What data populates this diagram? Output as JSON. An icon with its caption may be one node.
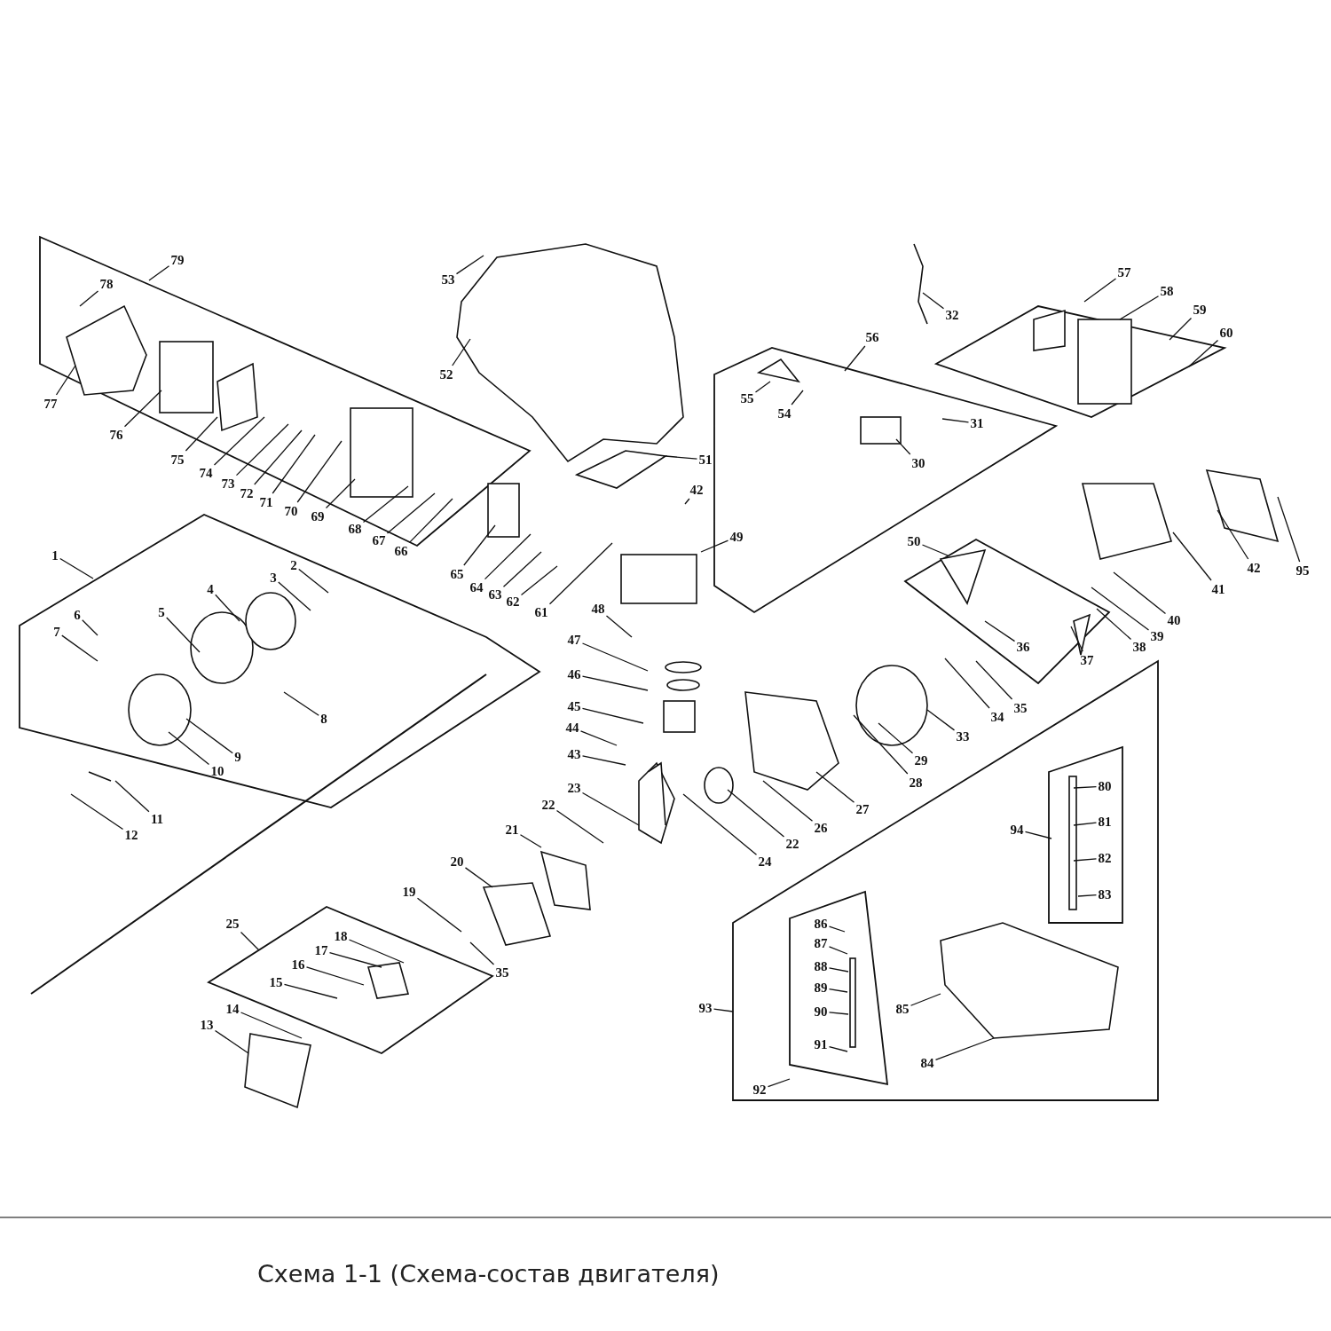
{
  "diagram": {
    "caption": "Схема 1-1 (Схема-состав двигателя)",
    "nodes": [
      {
        "text": [
          "79"
        ]
      },
      {
        "text": [
          "78"
        ]
      },
      {
        "text": [
          "53"
        ]
      },
      {
        "text": [
          "32"
        ]
      },
      {
        "text": [
          "57"
        ]
      },
      {
        "text": [
          "58"
        ]
      },
      {
        "text": [
          "59"
        ]
      },
      {
        "text": [
          "60"
        ]
      },
      {
        "text": [
          "56"
        ]
      },
      {
        "text": [
          "52"
        ]
      },
      {
        "text": [
          "55"
        ]
      },
      {
        "text": [
          "77"
        ]
      },
      {
        "text": [
          "54"
        ]
      },
      {
        "text": [
          "31"
        ]
      },
      {
        "text": [
          "76"
        ]
      },
      {
        "text": [
          "75"
        ]
      },
      {
        "text": [
          "51"
        ]
      },
      {
        "text": [
          "30"
        ]
      },
      {
        "text": [
          "74"
        ]
      },
      {
        "text": [
          "73"
        ]
      },
      {
        "text": [
          "42"
        ]
      },
      {
        "text": [
          "72"
        ]
      },
      {
        "text": [
          "71"
        ]
      },
      {
        "text": [
          "70"
        ]
      },
      {
        "text": [
          "69"
        ]
      },
      {
        "text": [
          "68"
        ]
      },
      {
        "text": [
          "49"
        ]
      },
      {
        "text": [
          "50"
        ]
      },
      {
        "text": [
          "67"
        ]
      },
      {
        "text": [
          "66"
        ]
      },
      {
        "text": [
          "1"
        ]
      },
      {
        "text": [
          "2"
        ]
      },
      {
        "text": [
          "42"
        ]
      },
      {
        "text": [
          "95"
        ]
      },
      {
        "text": [
          "65"
        ]
      },
      {
        "text": [
          "3"
        ]
      },
      {
        "text": [
          "64"
        ]
      },
      {
        "text": [
          "4"
        ]
      },
      {
        "text": [
          "41"
        ]
      },
      {
        "text": [
          "63"
        ]
      },
      {
        "text": [
          "62"
        ]
      },
      {
        "text": [
          "48"
        ]
      },
      {
        "text": [
          "61"
        ]
      },
      {
        "text": [
          "5"
        ]
      },
      {
        "text": [
          "6"
        ]
      },
      {
        "text": [
          "40"
        ]
      },
      {
        "text": [
          "7"
        ]
      },
      {
        "text": [
          "39"
        ]
      },
      {
        "text": [
          "47"
        ]
      },
      {
        "text": [
          "38"
        ]
      },
      {
        "text": [
          "36"
        ]
      },
      {
        "text": [
          "37"
        ]
      },
      {
        "text": [
          "46"
        ]
      },
      {
        "text": [
          "45"
        ]
      },
      {
        "text": [
          "35"
        ]
      },
      {
        "text": [
          "34"
        ]
      },
      {
        "text": [
          "8"
        ]
      },
      {
        "text": [
          "44"
        ]
      },
      {
        "text": [
          "33"
        ]
      },
      {
        "text": [
          "43"
        ]
      },
      {
        "text": [
          "9"
        ]
      },
      {
        "text": [
          "29"
        ]
      },
      {
        "text": [
          "10"
        ]
      },
      {
        "text": [
          "28"
        ]
      },
      {
        "text": [
          "80"
        ]
      },
      {
        "text": [
          "23"
        ]
      },
      {
        "text": [
          "22"
        ]
      },
      {
        "text": [
          "27"
        ]
      },
      {
        "text": [
          "11"
        ]
      },
      {
        "text": [
          "81"
        ]
      },
      {
        "text": [
          "26"
        ]
      },
      {
        "text": [
          "94"
        ]
      },
      {
        "text": [
          "21"
        ]
      },
      {
        "text": [
          "12"
        ]
      },
      {
        "text": [
          "22"
        ]
      },
      {
        "text": [
          "82"
        ]
      },
      {
        "text": [
          "24"
        ]
      },
      {
        "text": [
          "20"
        ]
      },
      {
        "text": [
          "19"
        ]
      },
      {
        "text": [
          "83"
        ]
      },
      {
        "text": [
          "86"
        ]
      },
      {
        "text": [
          "25"
        ]
      },
      {
        "text": [
          "18"
        ]
      },
      {
        "text": [
          "87"
        ]
      },
      {
        "text": [
          "17"
        ]
      },
      {
        "text": [
          "16"
        ]
      },
      {
        "text": [
          "88"
        ]
      },
      {
        "text": [
          "35"
        ]
      },
      {
        "text": [
          "15"
        ]
      },
      {
        "text": [
          "89"
        ]
      },
      {
        "text": [
          "92"
        ]
      },
      {
        "text": [
          "93"
        ]
      },
      {
        "text": [
          "85"
        ]
      },
      {
        "text": [
          "14"
        ]
      },
      {
        "text": [
          "90"
        ]
      },
      {
        "text": [
          "13"
        ]
      },
      {
        "text": [
          "91"
        ]
      },
      {
        "text": [
          "84"
        ]
      }
    ],
    "edges": [
      {
        "from": 0,
        "to": null,
        "arrow": "none"
      },
      {
        "from": 1,
        "to": null,
        "arrow": "none"
      },
      {
        "from": 2,
        "to": null,
        "arrow": "none"
      },
      {
        "from": 3,
        "to": null,
        "arrow": "none"
      },
      {
        "from": 4,
        "to": null,
        "arrow": "none"
      },
      {
        "from": 5,
        "to": null,
        "arrow": "none"
      },
      {
        "from": 6,
        "to": null,
        "arrow": "none"
      },
      {
        "from": 7,
        "to": null,
        "arrow": "none"
      },
      {
        "from": 8,
        "to": null,
        "arrow": "none"
      },
      {
        "from": 9,
        "to": null,
        "arrow": "none"
      },
      {
        "from": 10,
        "to": null,
        "arrow": "none"
      },
      {
        "from": 11,
        "to": null,
        "arrow": "none"
      },
      {
        "from": 12,
        "to": null,
        "arrow": "none"
      },
      {
        "from": 13,
        "to": null,
        "arrow": "none"
      },
      {
        "from": 14,
        "to": null,
        "arrow": "none"
      },
      {
        "from": 15,
        "to": null,
        "arrow": "none"
      },
      {
        "from": 16,
        "to": null,
        "arrow": "none"
      },
      {
        "from": 17,
        "to": null,
        "arrow": "none"
      },
      {
        "from": 18,
        "to": null,
        "arrow": "none"
      },
      {
        "from": 19,
        "to": null,
        "arrow": "none"
      },
      {
        "from": 20,
        "to": null,
        "arrow": "none"
      },
      {
        "from": 21,
        "to": null,
        "arrow": "none"
      },
      {
        "from": 22,
        "to": null,
        "arrow": "none"
      },
      {
        "from": 23,
        "to": null,
        "arrow": "none"
      },
      {
        "from": 24,
        "to": null,
        "arrow": "none"
      },
      {
        "from": 25,
        "to": null,
        "arrow": "none"
      },
      {
        "from": 26,
        "to": null,
        "arrow": "none"
      },
      {
        "from": 27,
        "to": null,
        "arrow": "none"
      },
      {
        "from": 28,
        "to": null,
        "arrow": "none"
      },
      {
        "from": 29,
        "to": null,
        "arrow": "none"
      },
      {
        "from": 30,
        "to": null,
        "arrow": "none"
      },
      {
        "from": 31,
        "to": null,
        "arrow": "none"
      },
      {
        "from": 32,
        "to": null,
        "arrow": "none"
      },
      {
        "from": 33,
        "to": null,
        "arrow": "none"
      },
      {
        "from": 34,
        "to": null,
        "arrow": "none"
      },
      {
        "from": 35,
        "to": null,
        "arrow": "none"
      },
      {
        "from": 36,
        "to": null,
        "arrow": "none"
      },
      {
        "from": 37,
        "to": null,
        "arrow": "none"
      },
      {
        "from": 38,
        "to": null,
        "arrow": "none"
      },
      {
        "from": 39,
        "to": null,
        "arrow": "none"
      },
      {
        "from": 40,
        "to": null,
        "arrow": "none"
      },
      {
        "from": 41,
        "to": null,
        "arrow": "none"
      },
      {
        "from": 42,
        "to": null,
        "arrow": "none"
      },
      {
        "from": 43,
        "to": null,
        "arrow": "none"
      },
      {
        "from": 44,
        "to": null,
        "arrow": "none"
      },
      {
        "from": 45,
        "to": null,
        "arrow": "none"
      },
      {
        "from": 46,
        "to": null,
        "arrow": "none"
      },
      {
        "from": 47,
        "to": null,
        "arrow": "none"
      },
      {
        "from": 48,
        "to": null,
        "arrow": "none"
      },
      {
        "from": 49,
        "to": null,
        "arrow": "none"
      },
      {
        "from": 50,
        "to": null,
        "arrow": "none"
      },
      {
        "from": 51,
        "to": null,
        "arrow": "none"
      },
      {
        "from": 52,
        "to": null,
        "arrow": "none"
      },
      {
        "from": 53,
        "to": null,
        "arrow": "none"
      },
      {
        "from": 54,
        "to": null,
        "arrow": "none"
      },
      {
        "from": 55,
        "to": null,
        "arrow": "none"
      },
      {
        "from": 56,
        "to": null,
        "arrow": "none"
      },
      {
        "from": 57,
        "to": null,
        "arrow": "none"
      },
      {
        "from": 58,
        "to": null,
        "arrow": "none"
      },
      {
        "from": 59,
        "to": null,
        "arrow": "none"
      },
      {
        "from": 60,
        "to": null,
        "arrow": "none"
      },
      {
        "from": 61,
        "to": null,
        "arrow": "none"
      },
      {
        "from": 62,
        "to": null,
        "arrow": "none"
      },
      {
        "from": 63,
        "to": null,
        "arrow": "none"
      },
      {
        "from": 64,
        "to": null,
        "arrow": "none"
      },
      {
        "from": 65,
        "to": null,
        "arrow": "none"
      },
      {
        "from": 66,
        "to": null,
        "arrow": "none"
      },
      {
        "from": 67,
        "to": null,
        "arrow": "none"
      },
      {
        "from": 68,
        "to": null,
        "arrow": "none"
      },
      {
        "from": 69,
        "to": null,
        "arrow": "none"
      },
      {
        "from": 70,
        "to": null,
        "arrow": "none"
      },
      {
        "from": 71,
        "to": null,
        "arrow": "none"
      },
      {
        "from": 72,
        "to": null,
        "arrow": "none"
      },
      {
        "from": 73,
        "to": null,
        "arrow": "none"
      },
      {
        "from": 74,
        "to": null,
        "arrow": "none"
      },
      {
        "from": 75,
        "to": null,
        "arrow": "none"
      },
      {
        "from": 76,
        "to": null,
        "arrow": "none"
      },
      {
        "from": 77,
        "to": null,
        "arrow": "none"
      },
      {
        "from": 78,
        "to": null,
        "arrow": "none"
      },
      {
        "from": 79,
        "to": null,
        "arrow": "none"
      },
      {
        "from": 80,
        "to": null,
        "arrow": "none"
      },
      {
        "from": 81,
        "to": null,
        "arrow": "none"
      },
      {
        "from": 82,
        "to": null,
        "arrow": "none"
      },
      {
        "from": 83,
        "to": null,
        "arrow": "none"
      },
      {
        "from": 84,
        "to": null,
        "arrow": "none"
      },
      {
        "from": 85,
        "to": null,
        "arrow": "none"
      },
      {
        "from": 86,
        "to": null,
        "arrow": "none"
      },
      {
        "from": 87,
        "to": null,
        "arrow": "none"
      },
      {
        "from": 88,
        "to": null,
        "arrow": "none"
      },
      {
        "from": 89,
        "to": null,
        "arrow": "none"
      },
      {
        "from": 90,
        "to": null,
        "arrow": "none"
      },
      {
        "from": 91,
        "to": null,
        "arrow": "none"
      },
      {
        "from": 92,
        "to": null,
        "arrow": "none"
      },
      {
        "from": 93,
        "to": null,
        "arrow": "none"
      },
      {
        "from": 94,
        "to": null,
        "arrow": "none"
      },
      {
        "from": 95,
        "to": null,
        "arrow": "none"
      },
      {
        "from": 96,
        "to": null,
        "arrow": "none"
      },
      {
        "from": 97,
        "to": null,
        "arrow": "none"
      }
    ]
  }
}
